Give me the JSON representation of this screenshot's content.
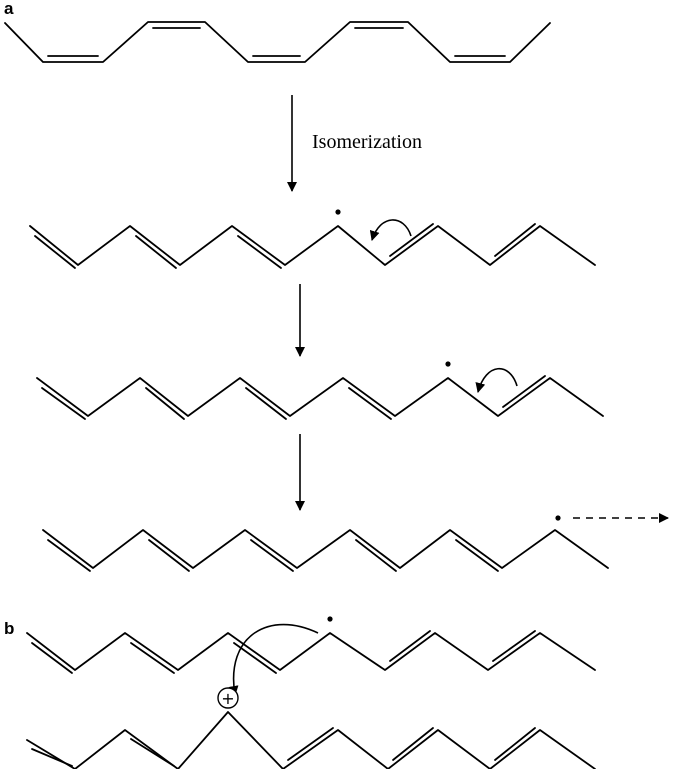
{
  "panels": {
    "a": "a",
    "b": "b"
  },
  "reaction": {
    "isomerization_label": "Isomerization"
  },
  "cation": {
    "charge_symbol": "+"
  }
}
